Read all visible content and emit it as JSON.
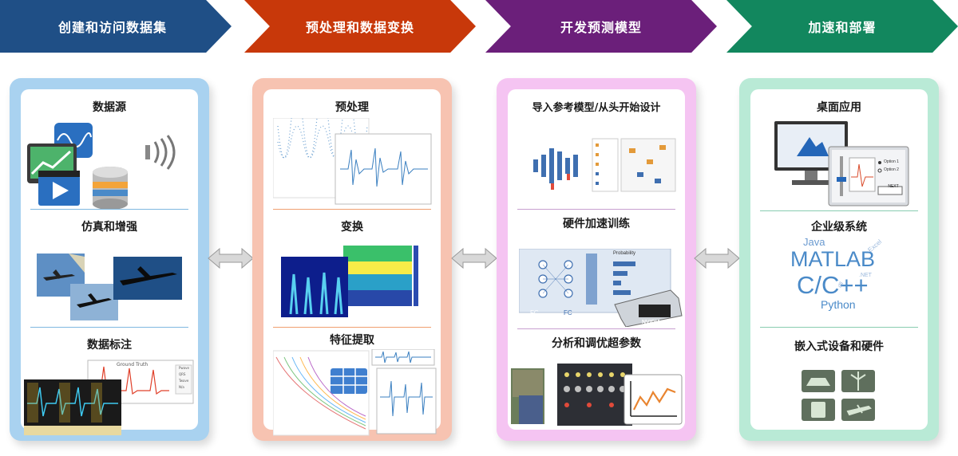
{
  "steps": [
    {
      "label": "创建和访问数据集",
      "color": "#1f4f86"
    },
    {
      "label": "预处理和数据变换",
      "color": "#c8380a"
    },
    {
      "label": "开发预测模型",
      "color": "#6b1f7a"
    },
    {
      "label": "加速和部署",
      "color": "#12875e"
    }
  ],
  "stage1": {
    "sections": [
      "数据源",
      "仿真和增强",
      "数据标注"
    ],
    "plot_title": "Ground Truth",
    "legend": [
      "Pwave",
      "QRS",
      "Twave",
      "N/a"
    ]
  },
  "stage2": {
    "sections": [
      "预处理",
      "变换",
      "特征提取"
    ]
  },
  "stage3": {
    "sections": [
      "导入参考模型/从头开始设计",
      "硬件加速训练",
      "分析和调优超参数"
    ],
    "network": {
      "layer_label_1": "FC",
      "layer_label_2": "FC",
      "chart_label": "Probability",
      "brand": "NVIDIA"
    }
  },
  "stage4": {
    "sections": [
      "桌面应用",
      "企业级系统",
      "嵌入式设备和硬件"
    ],
    "app_dialog": {
      "option1": "Option 1",
      "option2": "Option 2",
      "next": "NEXT"
    },
    "languages": {
      "java": "Java",
      "matlab": "MATLAB",
      "cpp": "C/C++",
      "python": "Python",
      "excel": "Excel",
      "net": ".NET",
      "dll": "dll"
    }
  }
}
